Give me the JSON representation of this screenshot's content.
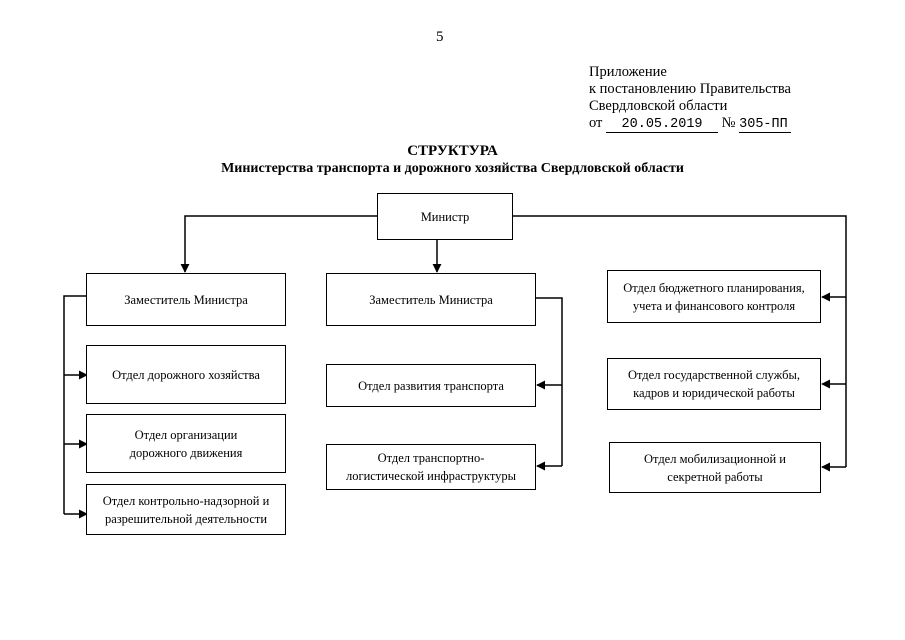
{
  "page_number": "5",
  "appendix": {
    "line1": "Приложение",
    "line2": "к постановлению Правительства",
    "line3": "Свердловской области",
    "from_label": "от",
    "date": "20.05.2019",
    "number_label": "№",
    "number": "305-ПП"
  },
  "title": {
    "main": "СТРУКТУРА",
    "sub": "Министерства транспорта и дорожного хозяйства Свердловской области"
  },
  "org": {
    "minister": "Министр",
    "deputy_left": "Заместитель Министра",
    "deputy_center": "Заместитель Министра",
    "left_units": [
      {
        "line1": "Отдел дорожного хозяйства",
        "line2": ""
      },
      {
        "line1": "Отдел организации",
        "line2": "дорожного движения"
      },
      {
        "line1": "Отдел контрольно-надзорной и",
        "line2": "разрешительной деятельности"
      }
    ],
    "center_units": [
      {
        "line1": "Отдел развития транспорта",
        "line2": ""
      },
      {
        "line1": "Отдел транспортно-",
        "line2": "логистической инфраструктуры"
      }
    ],
    "right_units": [
      {
        "line1": "Отдел бюджетного планирования,",
        "line2": "учета и финансового контроля"
      },
      {
        "line1": "Отдел государственной службы,",
        "line2": "кадров и юридической работы"
      },
      {
        "line1": "Отдел мобилизационной и",
        "line2": "секретной работы"
      }
    ]
  }
}
